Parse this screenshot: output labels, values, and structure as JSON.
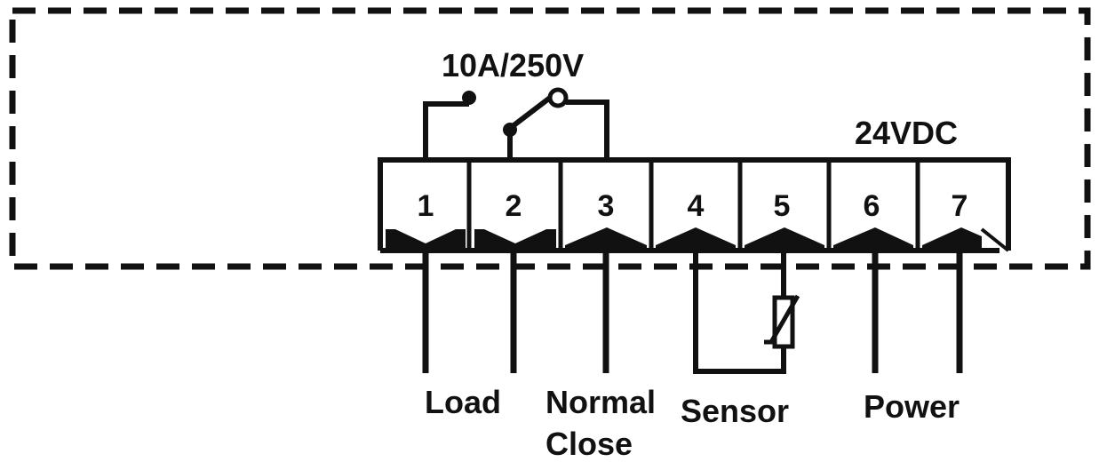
{
  "colors": {
    "ink": "#111111",
    "background": "#ffffff"
  },
  "relay_rating": "10A/250V",
  "power_rating": "24VDC",
  "terminals": [
    "1",
    "2",
    "3",
    "4",
    "5",
    "6",
    "7"
  ],
  "labels": {
    "load": "Load",
    "normal_close_line1": "Normal",
    "normal_close_line2": "Close",
    "sensor": "Sensor",
    "power": "Power"
  }
}
